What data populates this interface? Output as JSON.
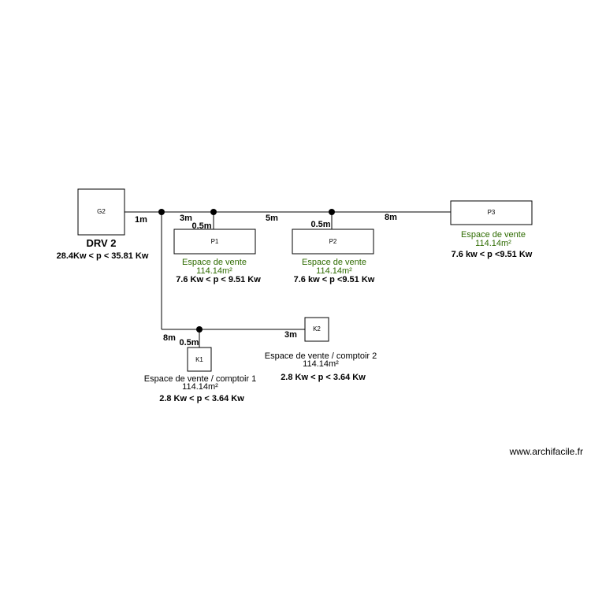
{
  "colors": {
    "line": "#000000",
    "green_text": "#2e6b00"
  },
  "nodes": {
    "g2": {
      "id": "G2",
      "name": "DRV 2",
      "power": "28.4Kw < p < 35.81 Kw"
    },
    "p1": {
      "id": "P1",
      "name": "Espace de vente",
      "area": "114.14m²",
      "power": "7.6 Kw < p < 9.51 Kw"
    },
    "p2": {
      "id": "P2",
      "name": "Espace de vente",
      "area": "114.14m²",
      "power": "7.6 kw < p <9.51 Kw"
    },
    "p3": {
      "id": "P3",
      "name": "Espace de vente",
      "area": "114.14m²",
      "power": "7.6 kw < p <9.51 Kw"
    },
    "k1": {
      "id": "K1",
      "name": "Espace de vente / comptoir 1",
      "area": "114.14m²",
      "power": "2.8 Kw < p < 3.64 Kw"
    },
    "k2": {
      "id": "K2",
      "name": "Espace de vente / comptoir 2",
      "area": "114.14m²",
      "power": "2.8 Kw < p < 3.64 Kw"
    }
  },
  "lengths": {
    "g2_to_j1": "1m",
    "j1_to_j2": "3m",
    "j2_to_p1": "0.5m",
    "j2_to_j3": "5m",
    "j3_to_p2": "0.5m",
    "j3_to_p3": "8m",
    "j1_down": "8m",
    "j4_to_k1": "0.5m",
    "j4_to_k2": "3m"
  },
  "watermark": "www.archifacile.fr"
}
